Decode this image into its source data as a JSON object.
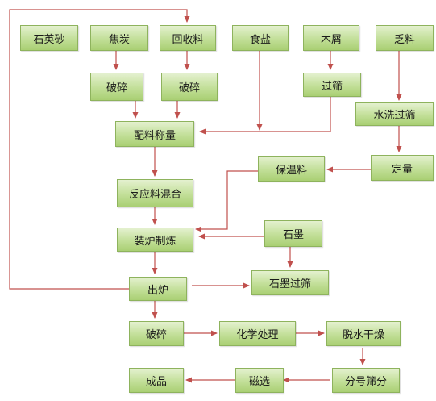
{
  "diagram": {
    "colors": {
      "node_border": "#8eb35d",
      "node_fill_top": "#e4f1cf",
      "node_fill_bottom": "#a9cf73",
      "arrow": "#c0504d",
      "text": "#1a1a1a"
    },
    "nodes": {
      "quartz_sand": "石英砂",
      "coke": "焦炭",
      "recycled_material": "回收料",
      "salt": "食盐",
      "wood_chips": "木屑",
      "waste_material": "乏料",
      "crush_coke": "破碎",
      "crush_recycled": "破碎",
      "sieve": "过筛",
      "wash_sieve": "水洗过筛",
      "batching_weighing": "配料称量",
      "insulation_material": "保温料",
      "quantify": "定量",
      "reaction_mix": "反应料混合",
      "graphite": "石墨",
      "furnace_loading": "装炉制炼",
      "discharge": "出炉",
      "graphite_sieve": "石墨过筛",
      "crush_final": "破碎",
      "chemical_treatment": "化学处理",
      "dehydrate_dry": "脱水干燥",
      "product": "成品",
      "magnetic_separation": "磁选",
      "grading_sieve": "分号筛分"
    }
  }
}
